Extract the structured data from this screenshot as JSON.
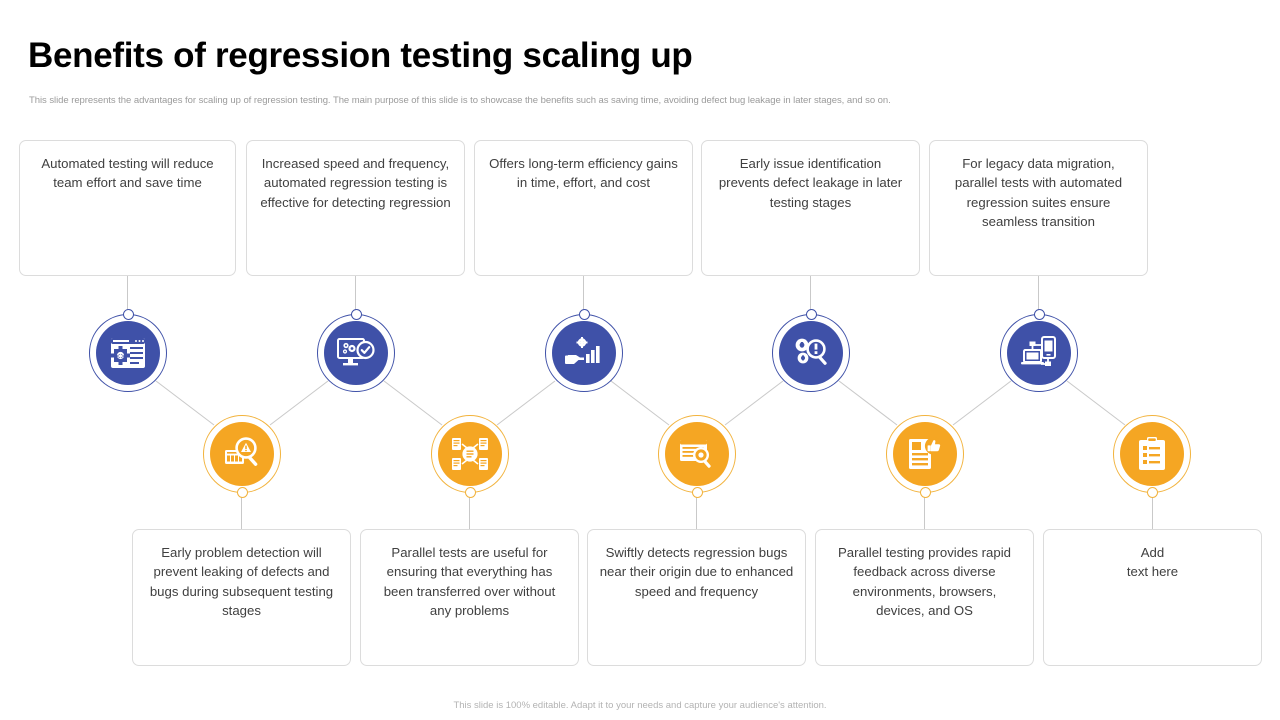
{
  "slide": {
    "title": "Benefits of regression testing scaling up",
    "subtitle": "This slide represents the advantages for scaling up of regression testing. The main purpose of this slide is to showcase the benefits such as saving time, avoiding defect bug leakage in later stages, and so on.",
    "footer": "This slide is 100% editable. Adapt it to your needs and capture your audience's attention."
  },
  "colors": {
    "blue": "#3f51a8",
    "orange": "#f5a623",
    "orange_ring": "#f2b33d",
    "card_border": "#dcdcdc",
    "text": "#404040",
    "muted": "#b3b3b3",
    "title": "#000000"
  },
  "top_cards": [
    {
      "text": "Automated testing will reduce team effort and save time"
    },
    {
      "text": "Increased speed and frequency, automated regression testing is effective for detecting regression"
    },
    {
      "text": "Offers long-term efficiency gains in time, effort, and cost"
    },
    {
      "text": "Early issue identification prevents defect leakage in later testing stages"
    },
    {
      "text": "For legacy data migration, parallel tests with automated regression suites ensure seamless transition"
    }
  ],
  "bottom_cards": [
    {
      "text": "Early problem detection will prevent leaking of defects and bugs during subsequent testing stages"
    },
    {
      "text": "Parallel tests are useful for ensuring that everything has been transferred over without any problems"
    },
    {
      "text": "Swiftly detects regression bugs near their origin due to enhanced speed and frequency"
    },
    {
      "text": "Parallel testing provides rapid feedback across diverse environments, browsers, devices, and OS"
    },
    {
      "text": "Add\ntext here"
    }
  ],
  "blue_nodes": [
    {
      "icon": "code-window-gear-icon"
    },
    {
      "icon": "monitor-gears-check-icon"
    },
    {
      "icon": "hand-growth-chart-gear-icon"
    },
    {
      "icon": "gears-magnifier-alert-icon"
    },
    {
      "icon": "laptop-mobile-network-icon"
    }
  ],
  "orange_nodes": [
    {
      "icon": "magnifier-warning-document-icon"
    },
    {
      "icon": "parallel-documents-transfer-icon"
    },
    {
      "icon": "browser-window-magnifier-icon"
    },
    {
      "icon": "document-thumbs-up-icon"
    },
    {
      "icon": "clipboard-checklist-icon"
    }
  ]
}
